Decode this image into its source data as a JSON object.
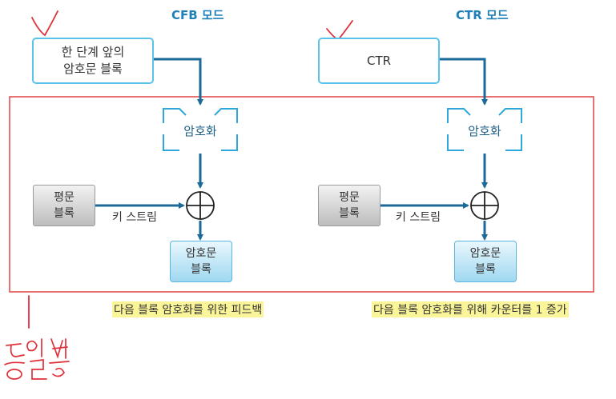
{
  "cfb": {
    "title": "CFB 모드",
    "input_line1": "한 단계 앞의",
    "input_line2": "암호문 블록",
    "encrypt": "암호화",
    "plain_line1": "평문",
    "plain_line2": "블록",
    "keystream": "키 스트림",
    "cipher_line1": "암호문",
    "cipher_line2": "블록",
    "caption": "다음 블록 암호화를 위한 피드백"
  },
  "ctr": {
    "title": "CTR 모드",
    "input": "CTR",
    "encrypt": "암호화",
    "plain_line1": "평문",
    "plain_line2": "블록",
    "keystream": "키 스트림",
    "cipher_line1": "암호문",
    "cipher_line2": "블록",
    "caption": "다음 블록 암호화를 위해 카운터를 1 증가"
  },
  "colors": {
    "arrow": "#1b6a98",
    "box_border": "#5bc3ea",
    "red_frame": "#e04343",
    "highlight": "#fbf59a",
    "handwriting": "#e0303a"
  },
  "handwriting": {
    "icons": [
      "checkmark-icon",
      "checkmark-icon",
      "down-stroke",
      "handwritten-note"
    ]
  }
}
